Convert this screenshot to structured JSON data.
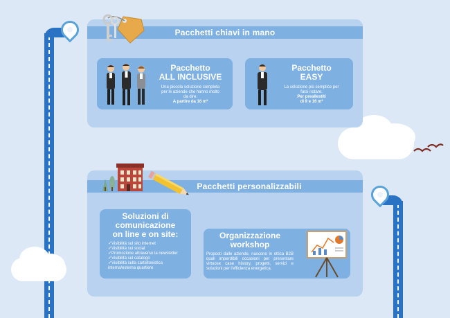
{
  "section1": {
    "title": "Pacchetti chiavi in mano",
    "card_all": {
      "title_line1": "Pacchetto",
      "title_line2": "ALL INCLUSIVE",
      "description": "Una piccola soluzione completa per le aziende che hanno molto da dire.",
      "price": "A partire da 16 m²"
    },
    "card_easy": {
      "title_line1": "Pacchetto",
      "title_line2": "EASY",
      "description": "La soluzione più semplice per farsi notare.",
      "price_line1": "Per preallestiti",
      "price_line2": "di 9 e 16 m²"
    }
  },
  "section2": {
    "title": "Pacchetti personalizzabili",
    "card_solutions": {
      "title_line1": "Soluzioni di",
      "title_line2": "comunicazione",
      "title_line3": "on line e on site:",
      "items": [
        "Visibilità sul sito internet",
        "Visibilità sui social",
        "Promozione attraverso la newsletter",
        "Visibilità sul catalogo",
        "Visibilità sulla cartellonistica interna/esterna quartiere"
      ]
    },
    "card_workshop": {
      "title_line1": "Organizzazione",
      "title_line2": "workshop",
      "description": "Proposti dalle aziende, nascono in ottica B2B quali imperdibili occasioni per presentare virtuose case history, progetti, servizi e soluzioni per l'efficienza energetica."
    }
  },
  "icons": {
    "keys": "key-tag-icon",
    "building": "building-icon",
    "pencil": "pencil-icon",
    "chart_board": "chart-board-icon",
    "birds": "birds-icon",
    "pin": "map-pin-icon"
  },
  "colors": {
    "background": "#dce8f5",
    "panel": "#b8d2ef",
    "card": "#7fb0e2",
    "road": "#2a73c4"
  }
}
